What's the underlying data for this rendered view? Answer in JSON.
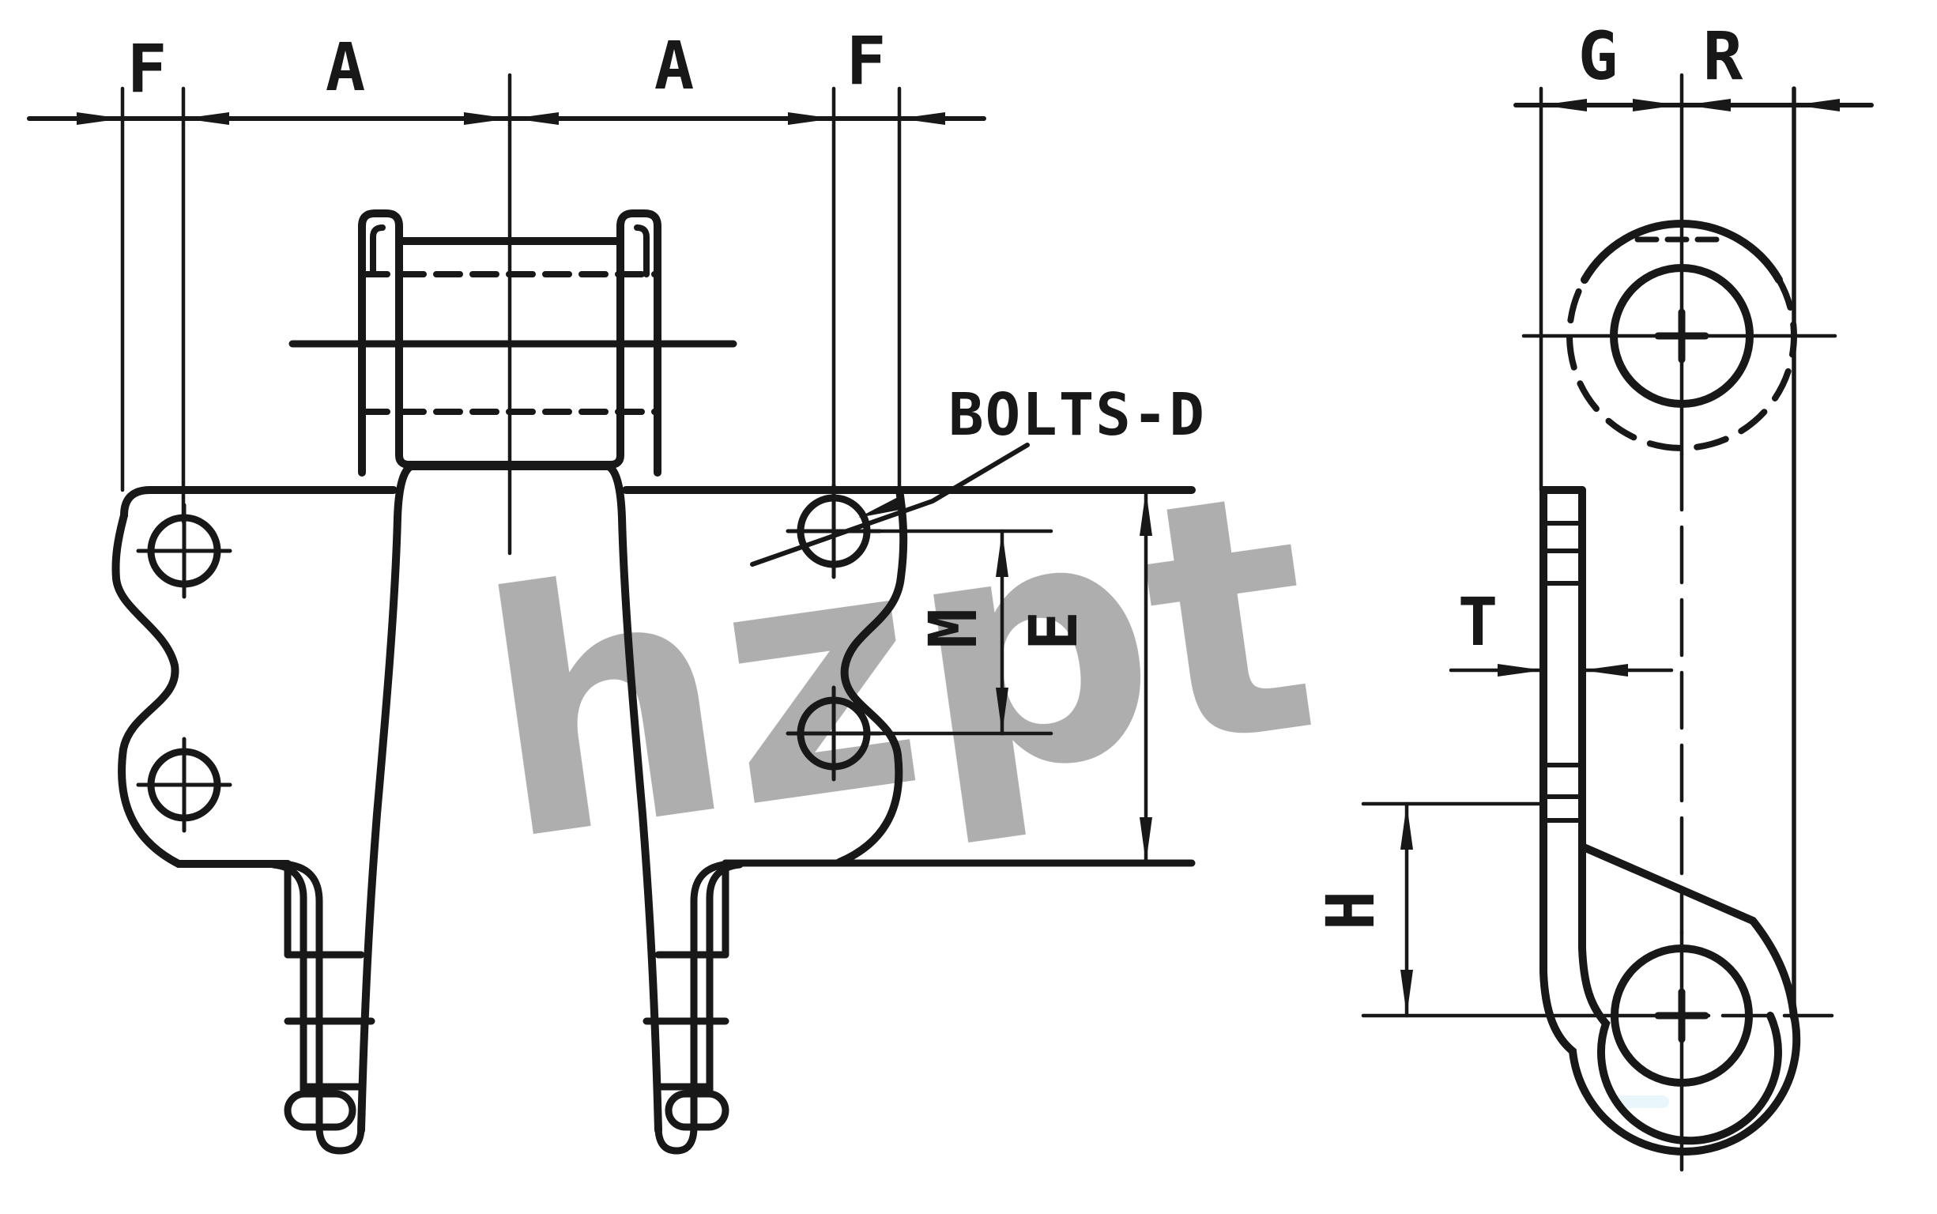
{
  "drawing": {
    "background": "#ffffff",
    "ink": "#181818",
    "labels": {
      "dim_f_left": "F",
      "dim_a_left": "A",
      "dim_a_right": "A",
      "dim_f_right": "F",
      "dim_g": "G",
      "dim_r": "R",
      "dim_t": "T",
      "dim_m": "M",
      "dim_e": "E",
      "dim_h": "H",
      "callout_bolts": "BOLTS-D"
    },
    "watermark": {
      "text": "hzpt",
      "color": "#a9d8ec"
    }
  }
}
